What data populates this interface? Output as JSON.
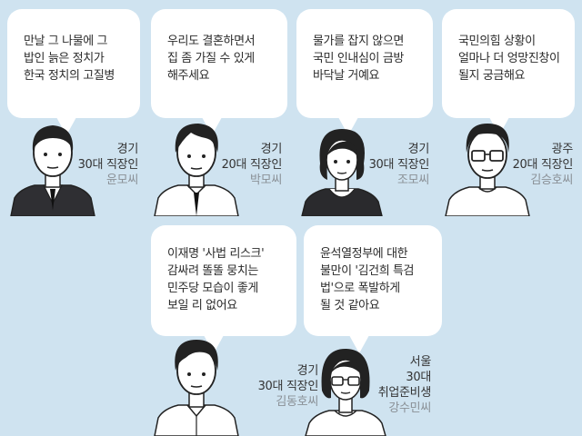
{
  "people": [
    {
      "quote": [
        "만날 그 나물에 그",
        "밥인 늙은 정치가",
        "한국 정치의 고질병"
      ],
      "info": [
        "경기",
        "30대 직장인"
      ],
      "name": "윤모씨"
    },
    {
      "quote": [
        "우리도 결혼하면서",
        "집 좀 가질 수 있게",
        "해주세요"
      ],
      "info": [
        "경기",
        "20대 직장인"
      ],
      "name": "박모씨"
    },
    {
      "quote": [
        "물가를 잡지 않으면",
        "국민 인내심이 금방",
        "바닥날 거예요"
      ],
      "info": [
        "경기",
        "30대 직장인"
      ],
      "name": "조모씨"
    },
    {
      "quote": [
        "국민의힘 상황이",
        "얼마나 더 엉망진창이",
        "될지 궁금해요"
      ],
      "info": [
        "광주",
        "20대 직장인"
      ],
      "name": "김승호씨"
    },
    {
      "quote": [
        "이재명 '사법 리스크'",
        "감싸려 똘똘 뭉치는",
        "민주당 모습이 좋게",
        "보일 리 없어요"
      ],
      "info": [
        "경기",
        "30대 직장인"
      ],
      "name": "김동호씨"
    },
    {
      "quote": [
        "윤석열정부에 대한",
        "불만이 '김건희 특검",
        "법'으로 폭발하게",
        "될 것 같아요"
      ],
      "info": [
        "서울",
        "30대",
        "취업준비생"
      ],
      "name": "강수민씨"
    }
  ]
}
